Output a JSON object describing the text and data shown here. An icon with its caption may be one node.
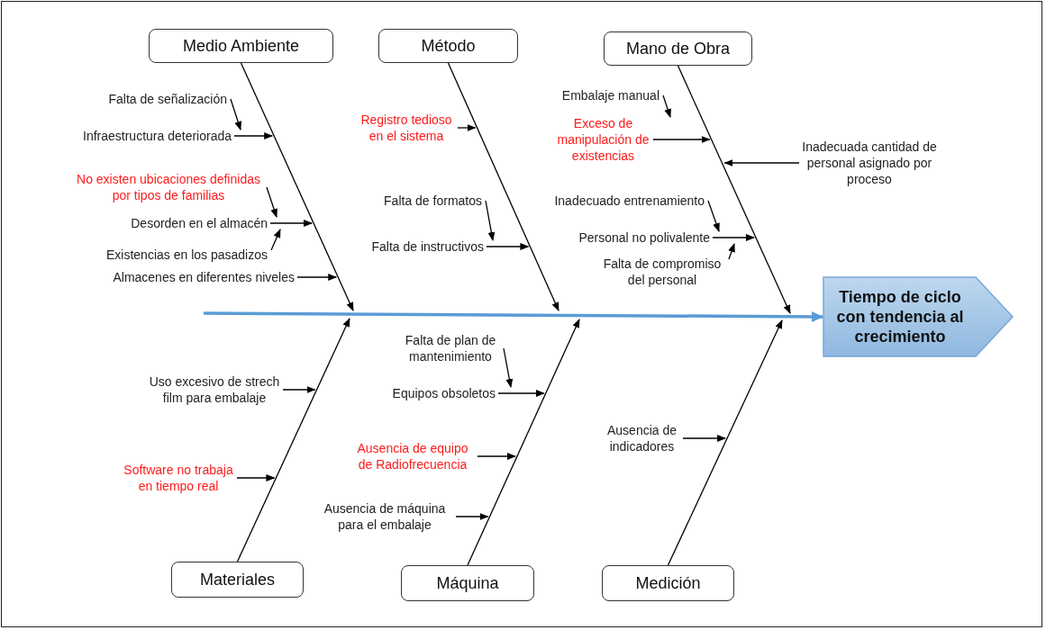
{
  "diagram": {
    "nodes": [
      {
        "text": [
          "Medio Ambiente"
        ]
      },
      {
        "text": [
          "Método"
        ]
      },
      {
        "text": [
          "Mano de Obra"
        ]
      },
      {
        "text": [
          "Falta de señalización"
        ]
      },
      {
        "text": [
          "Infraestructura deteriorada"
        ]
      },
      {
        "text": [
          "No existen ubicaciones definidas por tipos de familias"
        ]
      },
      {
        "text": [
          "Desorden en el almacén"
        ]
      },
      {
        "text": [
          "Existencias en los pasadizos"
        ]
      },
      {
        "text": [
          "Almacenes en diferentes niveles"
        ]
      },
      {
        "text": [
          "Registro tedioso en el sistema"
        ]
      },
      {
        "text": [
          "Falta de formatos"
        ]
      },
      {
        "text": [
          "Falta de instructivos"
        ]
      },
      {
        "text": [
          "Embalaje manual"
        ]
      },
      {
        "text": [
          "Exceso de manipulación de existencias"
        ]
      },
      {
        "text": [
          "Inadecuada cantidad de personal asignado por proceso"
        ]
      },
      {
        "text": [
          "Inadecuado entrenamiento"
        ]
      },
      {
        "text": [
          "Personal no polivalente"
        ]
      },
      {
        "text": [
          "Falta de compromiso del personal"
        ]
      },
      {
        "text": [
          "Tiempo de ciclo con tendencia al crecimiento"
        ]
      },
      {
        "text": [
          "Uso excesivo de strech film para embalaje"
        ]
      },
      {
        "text": [
          "Software no trabaja en tiempo real"
        ]
      },
      {
        "text": [
          "Falta de plan de mantenimiento"
        ]
      },
      {
        "text": [
          "Equipos obsoletos"
        ]
      },
      {
        "text": [
          "Ausencia de equipo de Radiofrecuencia"
        ]
      },
      {
        "text": [
          "Ausencia de máquina para el embalaje"
        ]
      },
      {
        "text": [
          "Ausencia de indicadores"
        ]
      },
      {
        "text": [
          "Materiales"
        ]
      },
      {
        "text": [
          "Máquina"
        ]
      },
      {
        "text": [
          "Medición"
        ]
      }
    ],
    "edges": [
      {
        "from": 0,
        "to": null,
        "arrow": "to"
      },
      {
        "from": 1,
        "to": null,
        "arrow": "to"
      },
      {
        "from": 2,
        "to": null,
        "arrow": "to"
      },
      {
        "from": 26,
        "to": null,
        "arrow": "to"
      },
      {
        "from": 27,
        "to": null,
        "arrow": "to"
      },
      {
        "from": 28,
        "to": null,
        "arrow": "to"
      },
      {
        "from": null,
        "to": 18,
        "arrow": "to",
        "style": "thick",
        "color": "#5b9bd5"
      },
      {
        "from": 3,
        "to": 4,
        "arrow": "to"
      },
      {
        "from": 4,
        "to": null,
        "arrow": "to"
      },
      {
        "from": 5,
        "to": 6,
        "arrow": "to"
      },
      {
        "from": 6,
        "to": null,
        "arrow": "to"
      },
      {
        "from": 7,
        "to": 6,
        "arrow": "to"
      },
      {
        "from": 8,
        "to": null,
        "arrow": "to"
      },
      {
        "from": 9,
        "to": null,
        "arrow": "to"
      },
      {
        "from": 10,
        "to": 11,
        "arrow": "to"
      },
      {
        "from": 11,
        "to": null,
        "arrow": "to"
      },
      {
        "from": 12,
        "to": 13,
        "arrow": "to"
      },
      {
        "from": 13,
        "to": null,
        "arrow": "to"
      },
      {
        "from": 14,
        "to": null,
        "arrow": "to"
      },
      {
        "from": 15,
        "to": 16,
        "arrow": "to"
      },
      {
        "from": 16,
        "to": null,
        "arrow": "to"
      },
      {
        "from": 17,
        "to": 16,
        "arrow": "to"
      },
      {
        "from": 19,
        "to": null,
        "arrow": "to"
      },
      {
        "from": 20,
        "to": null,
        "arrow": "to"
      },
      {
        "from": 21,
        "to": 22,
        "arrow": "to"
      },
      {
        "from": 22,
        "to": null,
        "arrow": "to"
      },
      {
        "from": 23,
        "to": null,
        "arrow": "to"
      },
      {
        "from": 24,
        "to": null,
        "arrow": "to"
      },
      {
        "from": 25,
        "to": null,
        "arrow": "to"
      }
    ]
  }
}
